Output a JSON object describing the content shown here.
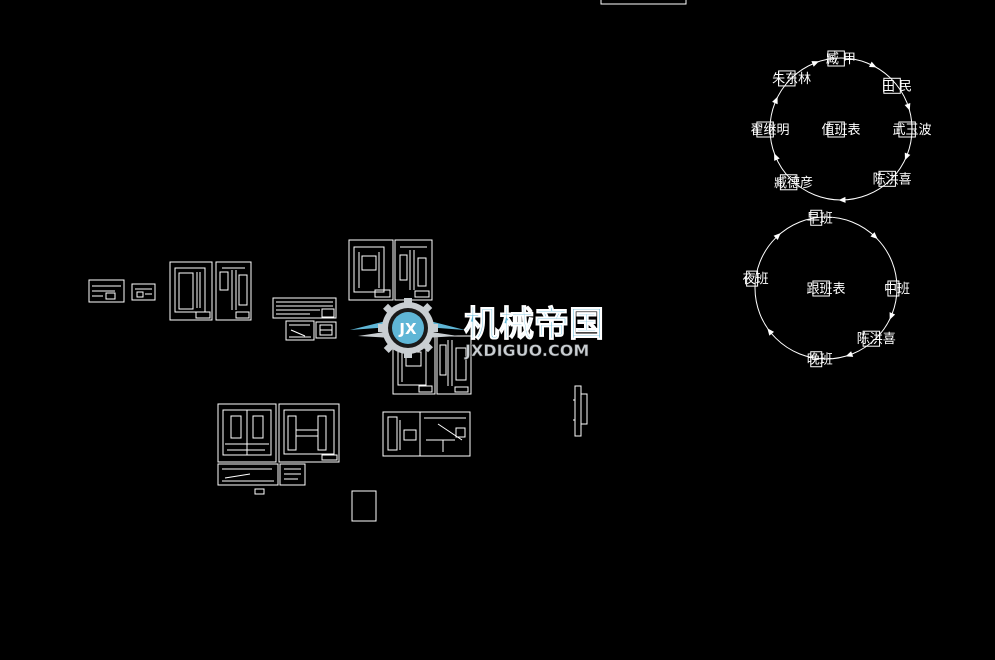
{
  "colors": {
    "background": "#000000",
    "line": "#ffffff",
    "watermark_blue": "#5fb6d6",
    "watermark_gray": "#c9ced2"
  },
  "watermark": {
    "title": "机械帝国",
    "url": "JXDIGUO.COM",
    "badge": "JX"
  },
  "duty_cycle": {
    "center": "值班表",
    "people": [
      {
        "name": "臧 甲"
      },
      {
        "name": "田 民"
      },
      {
        "name": "武玉波"
      },
      {
        "name": "陈洪喜"
      },
      {
        "name": "臧德彦"
      },
      {
        "name": "翟继明"
      },
      {
        "name": "朱东林"
      }
    ]
  },
  "shift_cycle": {
    "center": "跟班表",
    "shifts": [
      {
        "name": "早班"
      },
      {
        "name": "中班"
      },
      {
        "name": "陈洪喜"
      },
      {
        "name": "晚班"
      },
      {
        "name": "夜班"
      }
    ]
  }
}
